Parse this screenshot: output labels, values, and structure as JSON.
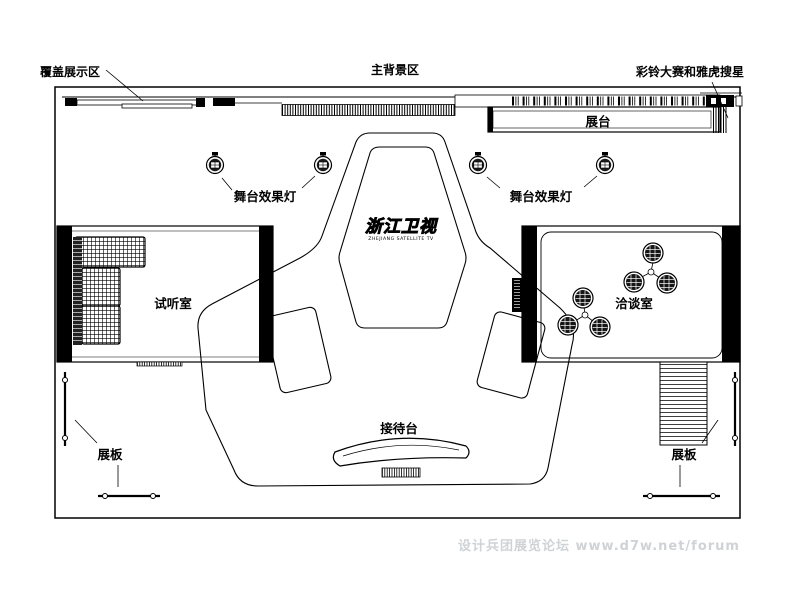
{
  "labels": {
    "cover_area": "覆盖展示区",
    "main_background": "主背景区",
    "ring_contest": "彩铃大赛和雅虎搜星",
    "stand": "展台",
    "stage_light_left": "舞台效果灯",
    "stage_light_right": "舞台效果灯",
    "audition_room": "试听室",
    "meeting_room": "洽谈室",
    "reception": "接待台",
    "panel_left": "展板",
    "panel_right": "展板"
  },
  "logo": {
    "cn": "浙江卫视",
    "en": "ZHEJIANG SATELLITE TV"
  },
  "watermark": "设计兵团展览论坛 www.d7w.net/forum",
  "icons": {
    "stage_light": "spotlight-icon",
    "chair": "chair-icon",
    "table": "round-table-icon"
  },
  "colors": {
    "line": "#000000",
    "background": "#ffffff",
    "watermark": "#cfd3d6"
  }
}
